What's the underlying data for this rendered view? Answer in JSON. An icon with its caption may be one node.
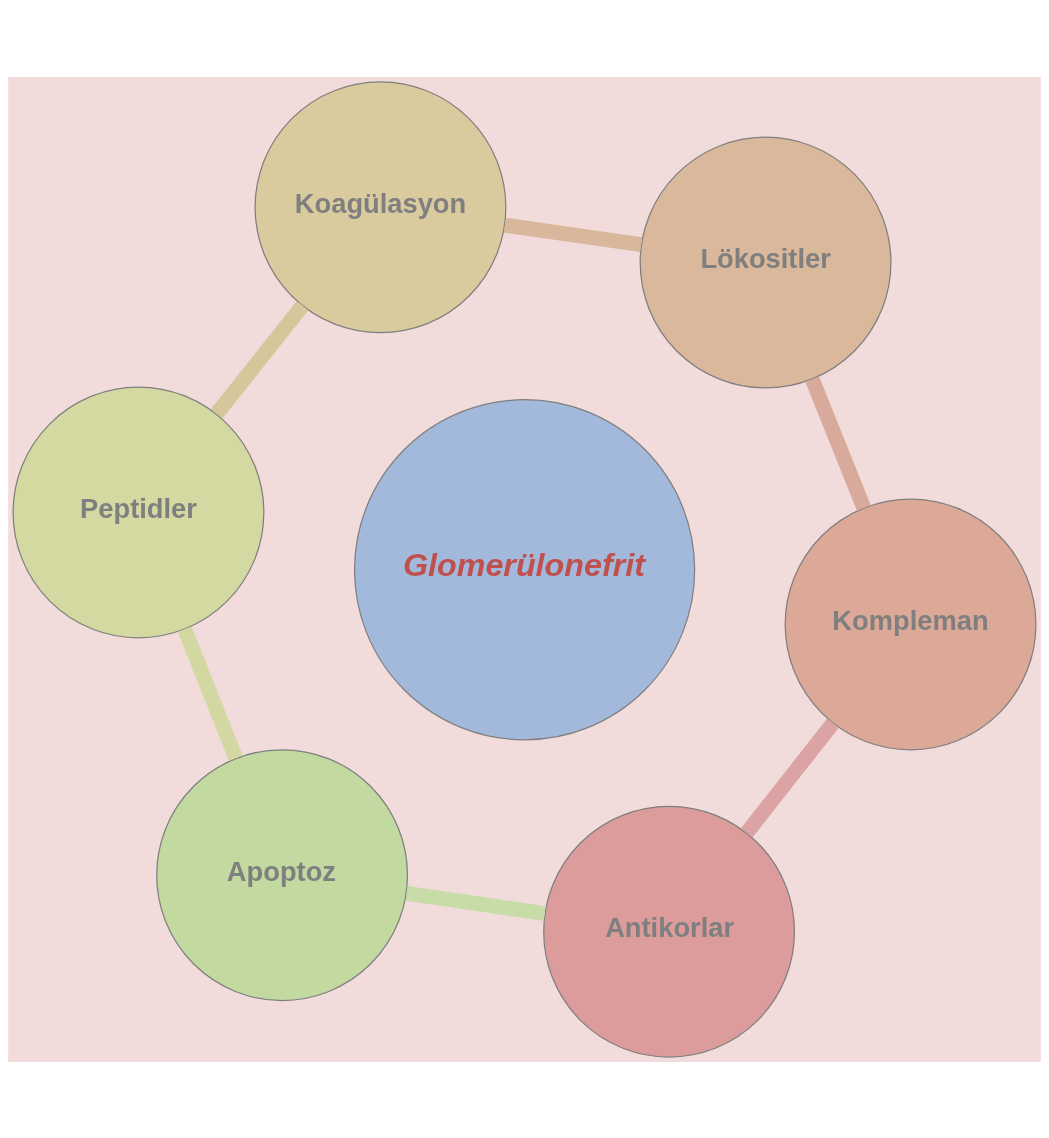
{
  "diagram": {
    "nodes": [
      {
        "text": [
          "Glomerülonefrit"
        ]
      },
      {
        "text": [
          "Antikorlar"
        ]
      },
      {
        "text": [
          "Kompleman"
        ]
      },
      {
        "text": [
          "Lökositler"
        ]
      },
      {
        "text": [
          "Koagülasyon"
        ]
      },
      {
        "text": [
          "Peptidler"
        ]
      },
      {
        "text": [
          "Apoptoz"
        ]
      }
    ],
    "edges": [
      {
        "from": 1,
        "to": 2,
        "arrow": "none",
        "color": "#dba3a3"
      },
      {
        "from": 2,
        "to": 3,
        "arrow": "none",
        "color": "#d8aa9c"
      },
      {
        "from": 3,
        "to": 4,
        "arrow": "none",
        "color": "#d8b79c"
      },
      {
        "from": 4,
        "to": 5,
        "arrow": "none",
        "color": "#d6c79a"
      },
      {
        "from": 5,
        "to": 6,
        "arrow": "none",
        "color": "#d3d8a3"
      },
      {
        "from": 6,
        "to": 1,
        "arrow": "none",
        "color": "#c8dca8"
      }
    ]
  }
}
